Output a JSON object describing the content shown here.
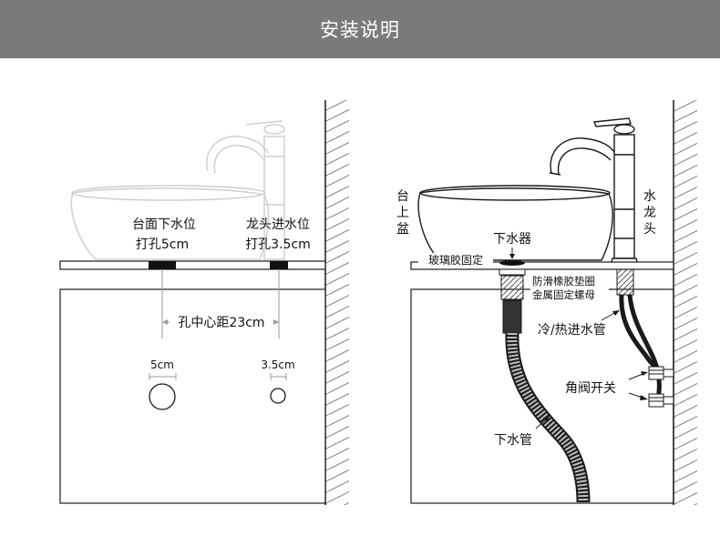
{
  "header": {
    "title": "安装说明"
  },
  "left_panel": {
    "drain_hole_title": "台面下水位",
    "drain_hole_size": "打孔5cm",
    "faucet_hole_title": "龙头进水位",
    "faucet_hole_size": "打孔3.5cm",
    "center_distance": "孔中心距23cm",
    "drain_circle_label": "5cm",
    "faucet_circle_label": "3.5cm"
  },
  "right_panel": {
    "basin_label": [
      "台",
      "上",
      "盆"
    ],
    "faucet_label": [
      "水",
      "龙",
      "头"
    ],
    "drain_fitting": "下水器",
    "glass_glue": "玻璃胶固定",
    "gasket": "防滑橡胶垫圈",
    "metal_nut": "金属固定螺母",
    "inlet_hoses": "冷/热进水管",
    "angle_valve": "角阀开关",
    "drain_pipe": "下水管"
  },
  "colors": {
    "banner": "#7a7a7a",
    "line": "#1a1a1a",
    "ghost": "#c8c8c8",
    "dim": "#9a9a9a"
  }
}
